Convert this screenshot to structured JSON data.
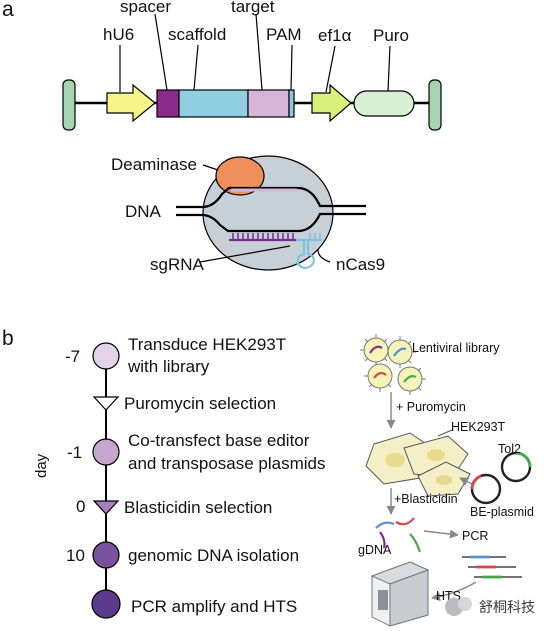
{
  "panel_a": {
    "label": "a",
    "construct_labels": {
      "hU6": "hU6",
      "spacer": "spacer",
      "scaffold": "scaffold",
      "target": "target",
      "PAM": "PAM",
      "ef1a": "ef1α",
      "Puro": "Puro"
    },
    "complex_labels": {
      "deaminase": "Deaminase",
      "dna": "DNA",
      "sgrna": "sgRNA",
      "ncas9": "nCas9"
    }
  },
  "panel_b": {
    "label": "b",
    "axis_label": "day",
    "timeline": [
      {
        "day": "-7",
        "text": [
          "Transduce HEK293T",
          "with library"
        ]
      },
      {
        "day": "",
        "text": [
          "Puromycin selection"
        ]
      },
      {
        "day": "-1",
        "text": [
          "Co-transfect base editor",
          "and transposase plasmids"
        ]
      },
      {
        "day": "0",
        "text": [
          "Blasticidin selection"
        ]
      },
      {
        "day": "10",
        "text": [
          "genomic DNA isolation"
        ]
      },
      {
        "day": "",
        "text": [
          "PCR amplify and HTS"
        ]
      }
    ],
    "workflow": {
      "lentiviral_library": "Lentiviral library",
      "puromycin": "+ Puromycin",
      "hek293t": "HEK293T",
      "tol2": "Tol2",
      "blasticidin": "+Blasticidin",
      "be_plasmid": "BE-plasmid",
      "gdna": "gDNA",
      "pcr": "PCR",
      "hts": "HTS"
    },
    "watermark": "舒桐科技"
  },
  "colors": {
    "hU6": "#f6f58a",
    "spacer": "#8e2a8c",
    "scaffold": "#8fcfe0",
    "target": "#d6b6d6",
    "pam": "#8fc6e8",
    "ef1a": "#d9ef7a",
    "puro": "#d8efd6",
    "insulator": "#a6d4b2",
    "deaminase": "#ef8f5b",
    "cas9": "#c6d0d6",
    "sgrna_purple": "#7a2a8e",
    "sgrna_blue": "#7dc4e3",
    "step1": "#e4d3e8",
    "step2": "#c6a6cf",
    "step3": "#9b73b5",
    "step4": "#7a519e",
    "step5": "#5c3a8c"
  }
}
